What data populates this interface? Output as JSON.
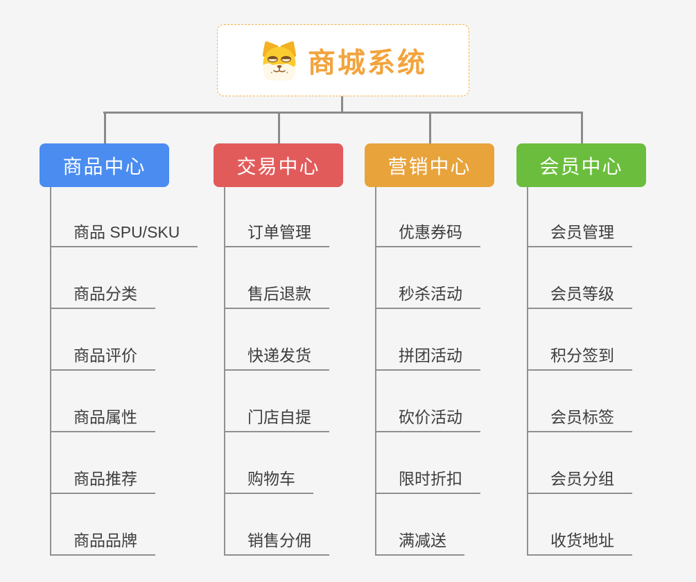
{
  "root": {
    "label": "商城系统",
    "icon": "dog-face-icon"
  },
  "branches": [
    {
      "label": "商品中心",
      "color": "#4A8CF0",
      "children": [
        "商品 SPU/SKU",
        "商品分类",
        "商品评价",
        "商品属性",
        "商品推荐",
        "商品品牌"
      ]
    },
    {
      "label": "交易中心",
      "color": "#E25B5B",
      "children": [
        "订单管理",
        "售后退款",
        "快递发货",
        "门店自提",
        "购物车",
        "销售分佣"
      ]
    },
    {
      "label": "营销中心",
      "color": "#E8A33B",
      "children": [
        "优惠券码",
        "秒杀活动",
        "拼团活动",
        "砍价活动",
        "限时折扣",
        "满减送"
      ]
    },
    {
      "label": "会员中心",
      "color": "#6BBE3D",
      "children": [
        "会员管理",
        "会员等级",
        "积分签到",
        "会员标签",
        "会员分组",
        "收货地址"
      ]
    }
  ],
  "colors": {
    "background": "#F5F5F6",
    "root_text": "#F2A43D",
    "root_border": "#F6B141",
    "branch_text": "#FFFFFF",
    "connector": "#8A8A8A",
    "child_text": "#3D3D3D",
    "child_line": "#8F8F8F"
  }
}
